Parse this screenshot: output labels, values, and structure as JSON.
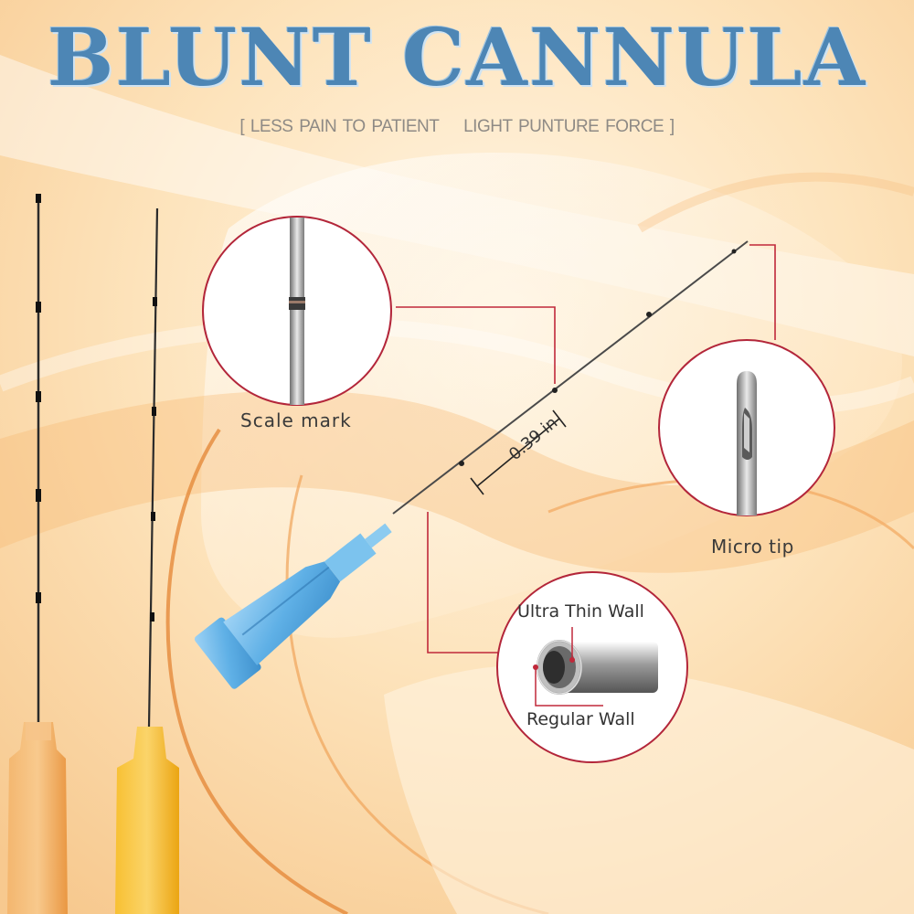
{
  "header": {
    "title": "BLUNT CANNULA",
    "subtitle": "[ LESS PAIN TO PATIENT    LIGHT PUNTURE FORCE ]"
  },
  "callouts": {
    "scale_mark": "Scale mark",
    "micro_tip": "Micro tip",
    "ultra_thin_wall": "Ultra Thin Wall",
    "regular_wall": "Regular Wall",
    "dimension": "0.39 in"
  },
  "colors": {
    "title": "#4d86b5",
    "callout_line": "#c0283a",
    "hub_blue": "#6fb7ea",
    "hub_orange": "#f0a24a",
    "hub_yellow": "#f6b722"
  },
  "icons": [
    "scale-mark-magnifier",
    "micro-tip-magnifier",
    "wall-cross-section-magnifier"
  ]
}
